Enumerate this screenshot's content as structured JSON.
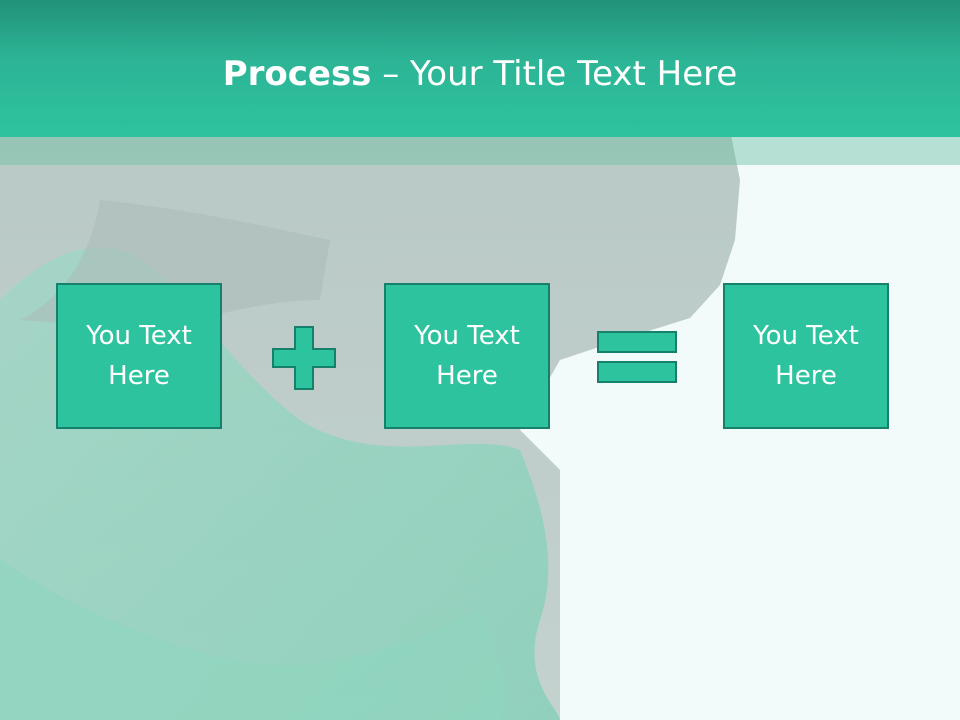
{
  "slide": {
    "title_strong": "Process",
    "title_rest": " – Your Title Text Here"
  },
  "process": {
    "boxes": [
      {
        "line1": "You Text",
        "line2": "Here"
      },
      {
        "line1": "You Text",
        "line2": "Here"
      },
      {
        "line1": "You Text",
        "line2": "Here"
      }
    ],
    "operators": [
      "plus-icon",
      "equals-icon"
    ]
  },
  "colors": {
    "accent": "#2ec39f",
    "accent_dark": "#17806b",
    "header_top": "#22927a",
    "background": "#f3fafa"
  }
}
